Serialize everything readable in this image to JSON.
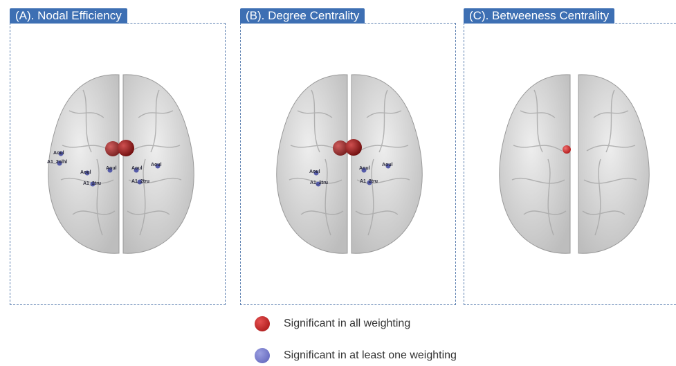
{
  "panels": [
    {
      "title": "(A). Nodal Efficiency",
      "red_nodes": 2,
      "labels": [
        "Aoul",
        "A1_2olhl",
        "Aoul",
        "A1_2tru",
        "Aoul",
        "Aoul",
        "Aoul",
        "A1_2tru"
      ]
    },
    {
      "title": "(B). Degree Centrality",
      "red_nodes": 2,
      "labels": [
        "Aoul",
        "A1_2tru",
        "Aoul",
        "Aoul",
        "A1_2tru"
      ]
    },
    {
      "title": "(C). Betweeness Centrality",
      "red_nodes": 1,
      "labels": []
    }
  ],
  "legend": [
    {
      "label": "Significant in all weighting",
      "color": "#c81e1e",
      "icon": "red-sphere-icon"
    },
    {
      "label": "Significant in at least one weighting",
      "color": "#6f72c8",
      "icon": "blue-sphere-icon"
    }
  ],
  "colors": {
    "frame": "#5b7fb0",
    "tab": "#3d6fb3",
    "brain": "#d9d9d9",
    "sulcus": "#b3b3b3"
  }
}
